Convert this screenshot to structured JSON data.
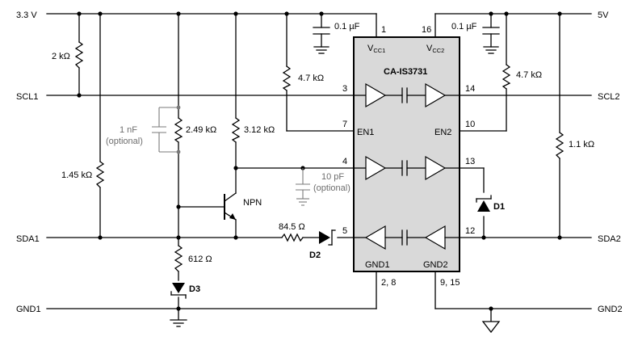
{
  "rails": {
    "v33": "3.3 V",
    "v5": "5V",
    "scl1": "SCL1",
    "scl2": "SCL2",
    "sda1": "SDA1",
    "sda2": "SDA2",
    "gnd1": "GND1",
    "gnd2": "GND2"
  },
  "ic": {
    "name": "CA-IS3731",
    "vcc1": "V",
    "vcc1_sub": "CC1",
    "vcc2": "V",
    "vcc2_sub": "CC2",
    "en1": "EN1",
    "en2": "EN2",
    "gnd1": "GND1",
    "gnd2": "GND2",
    "pins": {
      "p1": "1",
      "p16": "16",
      "p3": "3",
      "p14": "14",
      "p7": "7",
      "p10": "10",
      "p4": "4",
      "p13": "13",
      "p5": "5",
      "p12": "12",
      "p2_8": "2, 8",
      "p9_15": "9, 15"
    }
  },
  "components": {
    "c_vcc1": "0.1 µF",
    "c_vcc2": "0.1 µF",
    "r_2k": "2 kΩ",
    "r_47k_left": "4.7 kΩ",
    "r_47k_right": "4.7 kΩ",
    "c_1nf": "1 nF",
    "c_1nf_note": "(optional)",
    "r_249k": "2.49 kΩ",
    "r_312k": "3.12 kΩ",
    "r_145k": "1.45 kΩ",
    "c_10pf": "10 pF",
    "c_10pf_note": "(optional)",
    "npn": "NPN",
    "r_845": "84.5 Ω",
    "d2": "D2",
    "r_612": "612 Ω",
    "d3": "D3",
    "r_11k": "1.1 kΩ",
    "d1": "D1"
  }
}
